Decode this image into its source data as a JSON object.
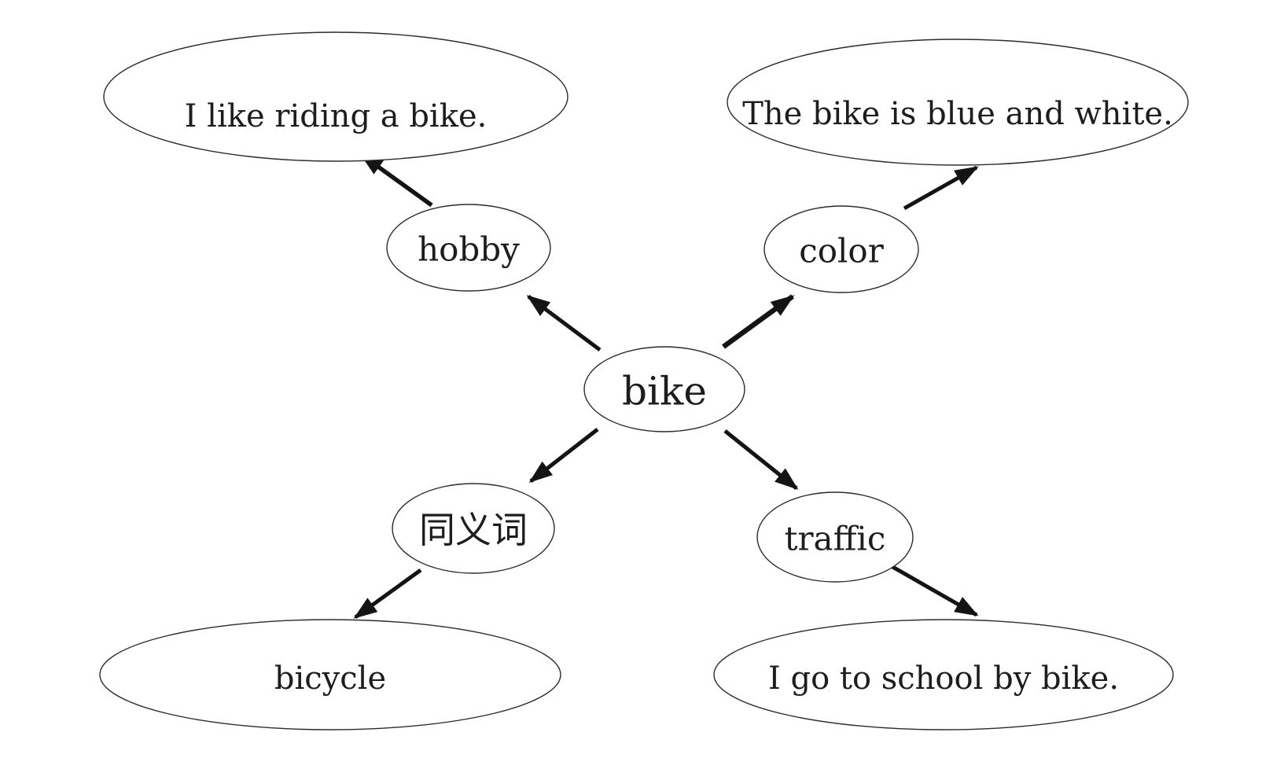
{
  "diagram": {
    "center": {
      "label": "bike"
    },
    "nodes": {
      "hobby": {
        "label": "hobby"
      },
      "color": {
        "label": "color"
      },
      "synonym": {
        "label": "同义词"
      },
      "traffic": {
        "label": "traffic"
      }
    },
    "leaves": {
      "hobby_example": {
        "label": "I like riding a bike."
      },
      "color_example": {
        "label": "The bike is blue and white."
      },
      "synonym_word": {
        "label": "bicycle"
      },
      "traffic_example": {
        "label": "I go to school by bike."
      }
    },
    "edges": [
      {
        "from": "bike",
        "to": "hobby"
      },
      {
        "from": "bike",
        "to": "color"
      },
      {
        "from": "bike",
        "to": "synonym"
      },
      {
        "from": "bike",
        "to": "traffic"
      },
      {
        "from": "hobby",
        "to": "hobby_example"
      },
      {
        "from": "color",
        "to": "color_example"
      },
      {
        "from": "synonym",
        "to": "synonym_word"
      },
      {
        "from": "traffic",
        "to": "traffic_example"
      }
    ],
    "colors": {
      "background": "#ffffff",
      "ellipse_stroke": "#2b2b2b",
      "arrow": "#141414",
      "text": "#1d1d1d"
    }
  }
}
